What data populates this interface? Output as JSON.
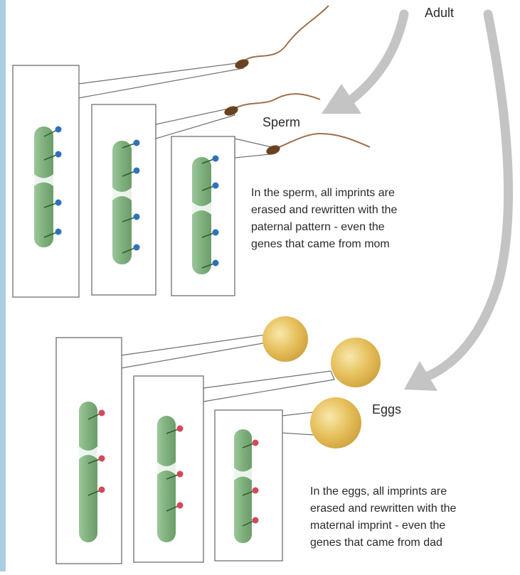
{
  "labels": {
    "adult": "Adult",
    "sperm": "Sperm",
    "eggs": "Eggs"
  },
  "sperm_note": {
    "lines": [
      "In the sperm, all imprints are",
      "erased and rewritten with the",
      "paternal pattern - even the",
      "genes that came from mom"
    ]
  },
  "egg_note": {
    "lines": [
      "In the eggs, all imprints are",
      "erased and rewritten with the",
      "maternal imprint - even the",
      "genes that came from dad"
    ]
  },
  "colors": {
    "left_edge_band": "#a9cde3",
    "arrow": "#c4c4c4",
    "chromosome": "#7fb07e",
    "chromosome_highlight": "#a7cfa4",
    "paternal_mark": "#2f72b8",
    "maternal_mark": "#cf4a5a",
    "egg": "#e6c05c",
    "egg_highlight": "#f8e8ab",
    "sperm_tail": "#a0704a",
    "sperm_head": "#6b4220",
    "panel_border": "#6f6f6f"
  }
}
